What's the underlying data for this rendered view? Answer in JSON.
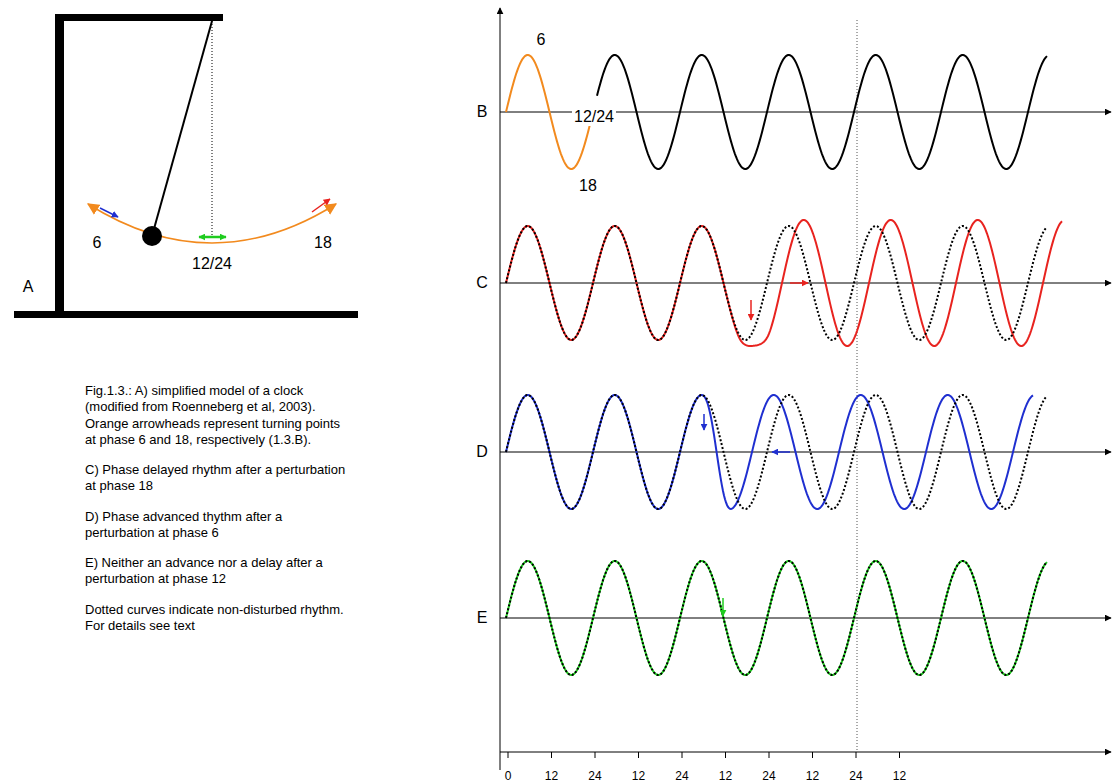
{
  "diagram": {
    "caption": "Fig.1.3.: A) simplified model of a clock (modified from Roenneberg et al, 2003). Orange arrowheads represent turning points at phase 6 and 18, respectively (1.3.B).",
    "labels": [
      "A",
      "6",
      "12/24",
      "18",
      "B",
      "6",
      "12/24",
      "18",
      "C",
      "D",
      "E",
      "0",
      "12",
      "24",
      "12",
      "24",
      "12",
      "24",
      "12",
      "24",
      "12",
      "C) Phase delayed rhythm after a perturbation at phase 18",
      "D) Phase advanced thythm after a perturbation at phase 6",
      "E) Neither an advance nor a delay after a perturbation at phase 12",
      "Dotted curves indicate non-disturbed rhythm. For details see text"
    ]
  }
}
